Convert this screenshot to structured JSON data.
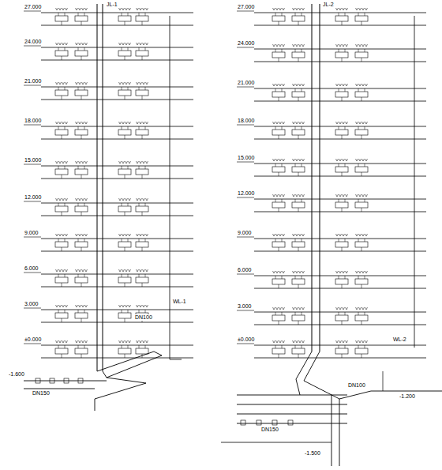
{
  "diagram": {
    "labels": [
      "27.000",
      "24.000",
      "21.000",
      "18.000",
      "15.000",
      "12.000",
      "9.000",
      "6.000",
      "3.000",
      "±0.000",
      "27.000",
      "24.000",
      "21.000",
      "18.000",
      "15.000",
      "12.000",
      "9.000",
      "6.000",
      "3.000",
      "±0.000",
      "JL-1",
      "WL-1",
      "DN100",
      "-1.600",
      "DN150",
      "JL-2",
      "WL-2",
      "DN100",
      "-1.200",
      "-1.500",
      "DN150"
    ]
  }
}
